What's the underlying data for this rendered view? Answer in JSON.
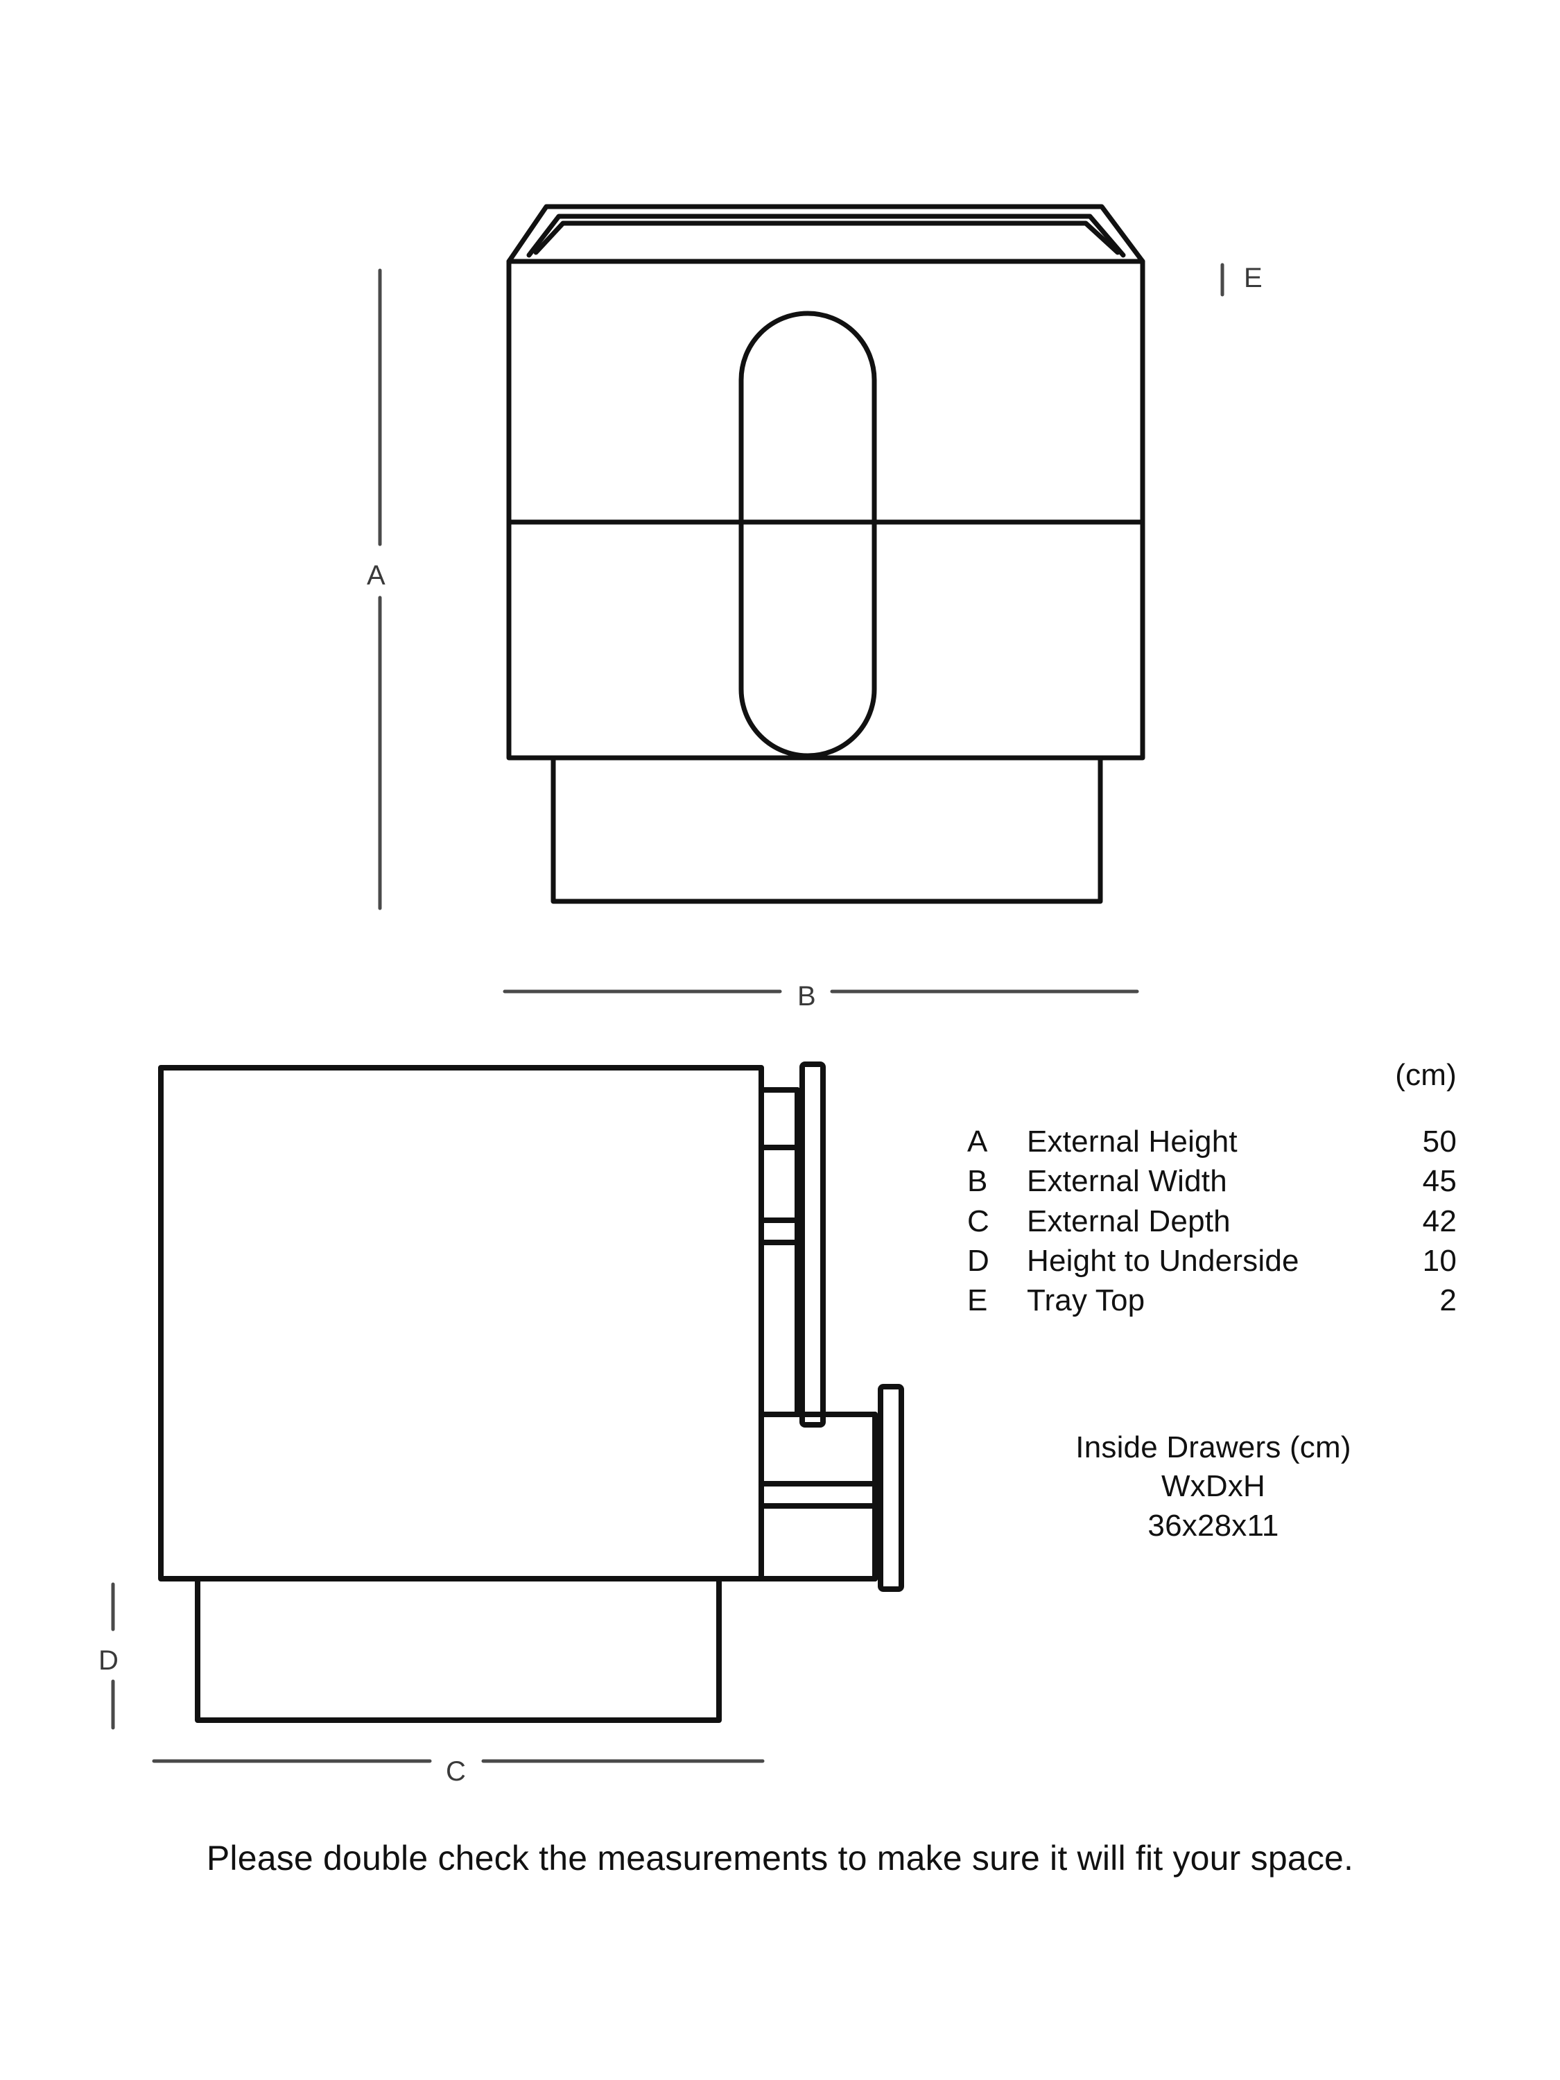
{
  "page": {
    "background_color": "#ffffff",
    "line_color": "#111111",
    "dimension_line_color": "#4a4a4a"
  },
  "dimension_labels": {
    "a": "A",
    "b": "B",
    "c": "C",
    "d": "D",
    "e": "E"
  },
  "legend": {
    "unit_header": "(cm)",
    "rows": [
      {
        "key": "A",
        "description": "External Height",
        "value": "50"
      },
      {
        "key": "B",
        "description": "External Width",
        "value": "45"
      },
      {
        "key": "C",
        "description": "External Depth",
        "value": "42"
      },
      {
        "key": "D",
        "description": "Height to Underside",
        "value": "10"
      },
      {
        "key": "E",
        "description": "Tray Top",
        "value": "2"
      }
    ]
  },
  "inside_drawers": {
    "title": "Inside Drawers (cm)",
    "axes": "WxDxH",
    "dimensions": "36x28x11"
  },
  "footer": {
    "note": "Please double check the measurements to make sure it will fit your space."
  },
  "views": {
    "front": {
      "name": "front-elevation",
      "parts": [
        "tray-top",
        "upper-drawer",
        "lower-drawer",
        "handle",
        "plinth"
      ]
    },
    "side": {
      "name": "side-elevation",
      "parts": [
        "carcass",
        "upper-drawer-open",
        "lower-drawer-open",
        "plinth"
      ]
    }
  }
}
